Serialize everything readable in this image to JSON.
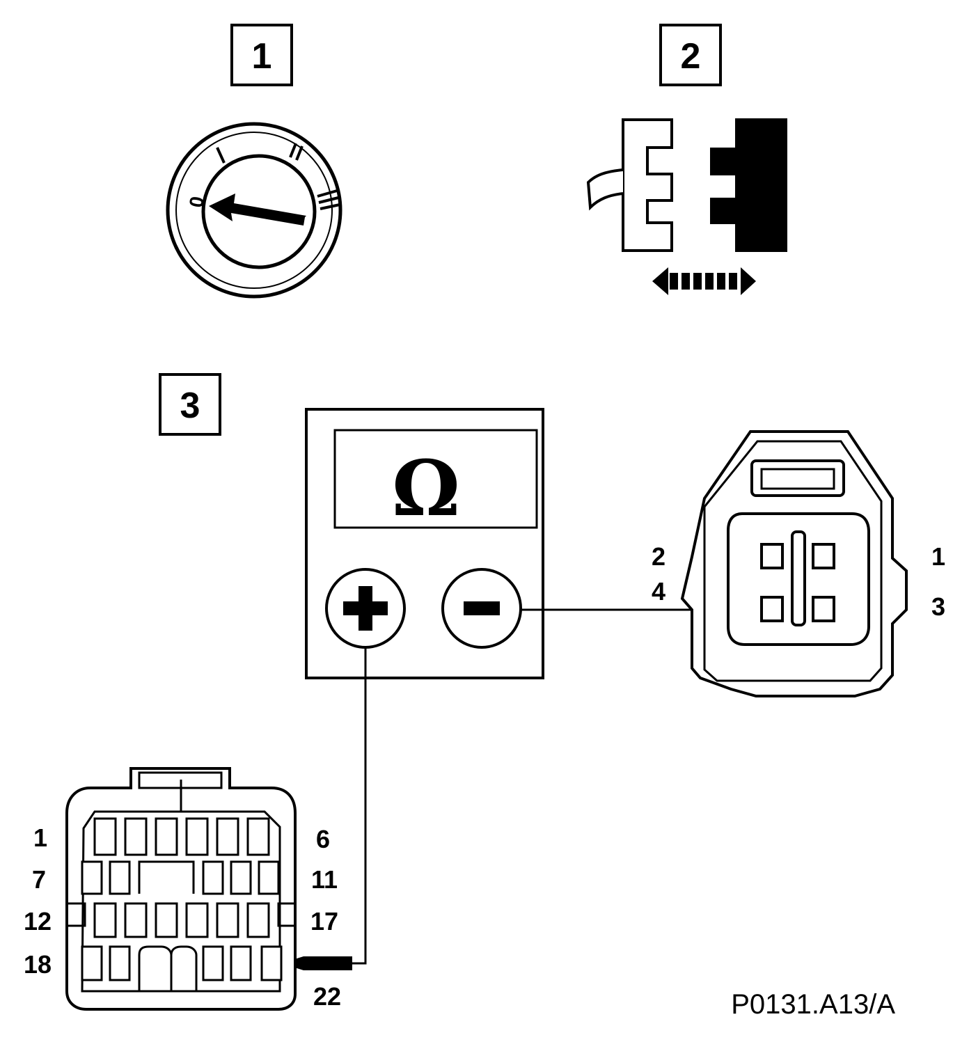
{
  "steps": [
    {
      "label": "1"
    },
    {
      "label": "2"
    },
    {
      "label": "3"
    }
  ],
  "ignition": {
    "positions": [
      "0",
      "I",
      "II",
      "III"
    ]
  },
  "meter": {
    "symbol": "Ω",
    "plus": "+",
    "minus": "−"
  },
  "sensor_connector": {
    "pins": {
      "top_left": "2",
      "bottom_left": "4",
      "top_right": "1",
      "bottom_right": "3"
    }
  },
  "ecu_connector": {
    "row_labels_left": [
      "1",
      "7",
      "12",
      "18"
    ],
    "row_labels_right": [
      "6",
      "11",
      "17"
    ],
    "bottom_label": "22"
  },
  "reference": "P0131.A13/A"
}
